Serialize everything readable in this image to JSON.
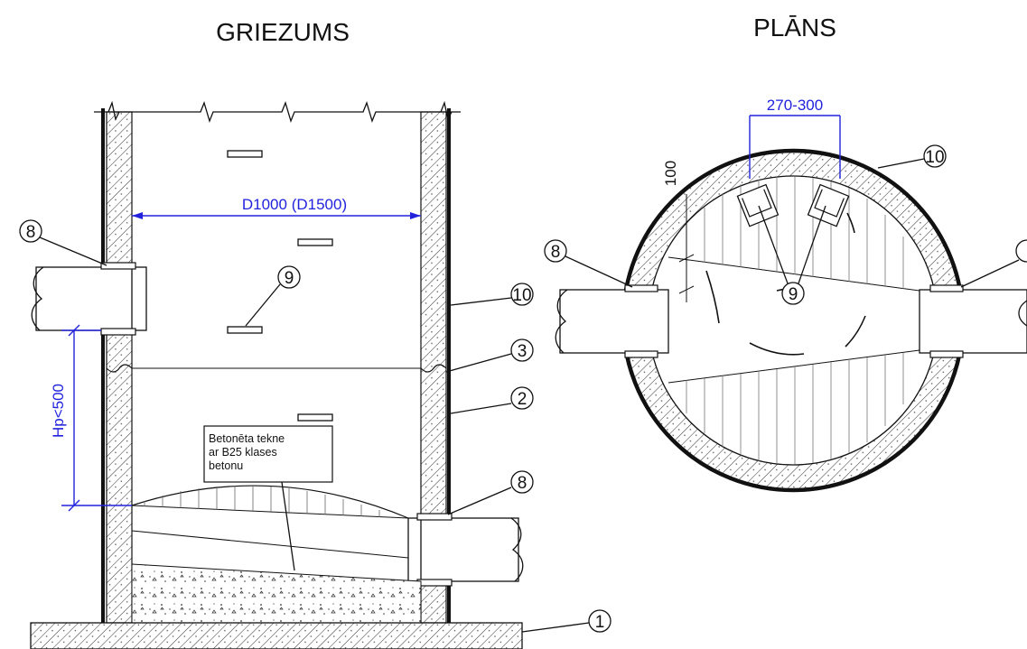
{
  "titles": {
    "section": "GRIEZUMS",
    "plan": "PLĀNS"
  },
  "dimensions": {
    "diameter": "D1000 (D1500)",
    "height": "Hp<500",
    "steps_spacing": "270-300",
    "steps_offset": "100"
  },
  "note": {
    "lines": [
      "Betonēta tekne",
      "ar B25 klases",
      "betonu"
    ]
  },
  "callouts": {
    "section": [
      "8",
      "9",
      "10",
      "3",
      "2",
      "8",
      "1"
    ],
    "plan": [
      "8",
      "9",
      "10"
    ]
  },
  "colors": {
    "dimension": "#2222dd",
    "line": "#111111"
  }
}
